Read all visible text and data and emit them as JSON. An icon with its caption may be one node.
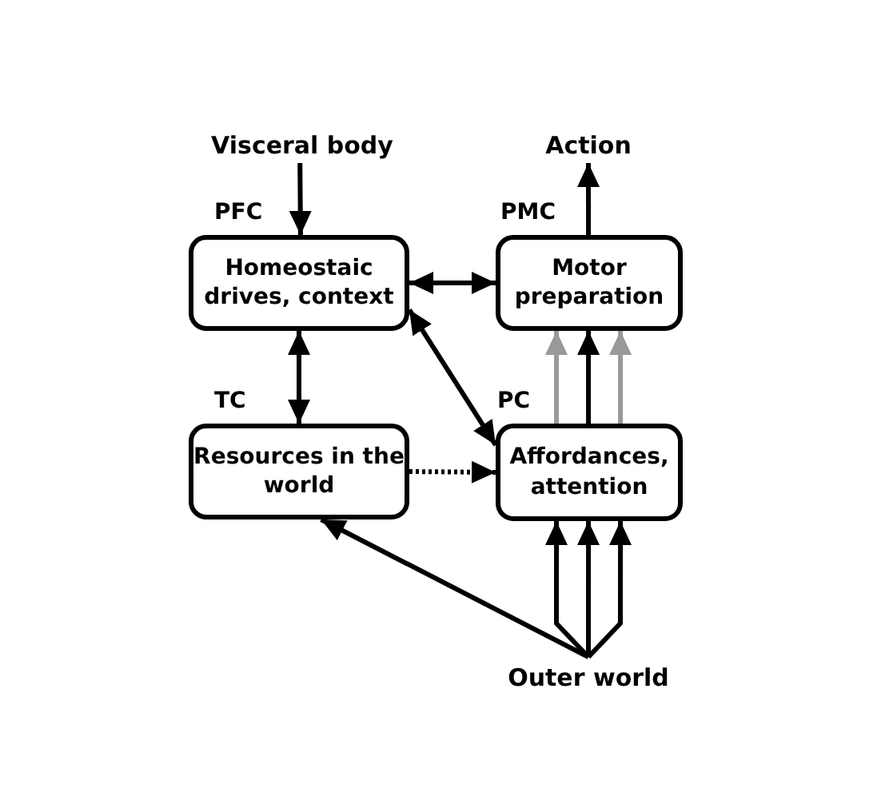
{
  "diagram": {
    "nodes": [
      {
        "text": [
          "Visceral body"
        ]
      },
      {
        "text": [
          "Homeostaic drives, context"
        ],
        "beside": [
          "PFC"
        ]
      },
      {
        "text": [
          "Motor preparation"
        ],
        "beside": [
          "PMC"
        ]
      },
      {
        "text": [
          "Action"
        ]
      },
      {
        "text": [
          "Resources in the world"
        ],
        "beside": [
          "TC"
        ]
      },
      {
        "text": [
          "Affordances, attention"
        ],
        "beside": [
          "PC"
        ]
      },
      {
        "text": [
          "Outer world"
        ]
      }
    ],
    "edges": [
      {
        "from": 0,
        "to": 1,
        "arrow": "to"
      },
      {
        "from": 2,
        "to": 3,
        "arrow": "to"
      },
      {
        "from": 1,
        "to": 2,
        "arrow": "both"
      },
      {
        "from": 1,
        "to": 4,
        "arrow": "both"
      },
      {
        "from": 1,
        "to": 5,
        "arrow": "both"
      },
      {
        "from": 4,
        "to": 5,
        "arrow": "to",
        "style": "dashed"
      },
      {
        "from": 5,
        "to": 2,
        "arrow": "to",
        "color": "#999999"
      },
      {
        "from": 5,
        "to": 2,
        "arrow": "to"
      },
      {
        "from": 5,
        "to": 2,
        "arrow": "to",
        "color": "#999999"
      },
      {
        "from": 6,
        "to": 5,
        "arrow": "to"
      },
      {
        "from": 6,
        "to": 5,
        "arrow": "to"
      },
      {
        "from": 6,
        "to": 5,
        "arrow": "to"
      },
      {
        "from": 6,
        "to": 4,
        "arrow": "to"
      }
    ]
  }
}
